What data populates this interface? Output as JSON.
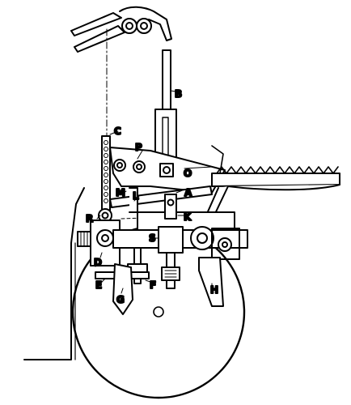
{
  "diagram": {
    "labels": {
      "A": "A",
      "B": "B",
      "C": "C",
      "D": "D",
      "E": "E",
      "F": "F",
      "G": "G",
      "H": "H",
      "K": "K",
      "L": "L",
      "M": "M",
      "O": "O",
      "P": "P",
      "R": "R",
      "S": "S"
    },
    "colors": {
      "ink": "#000000",
      "paper": "#ffffff"
    }
  }
}
